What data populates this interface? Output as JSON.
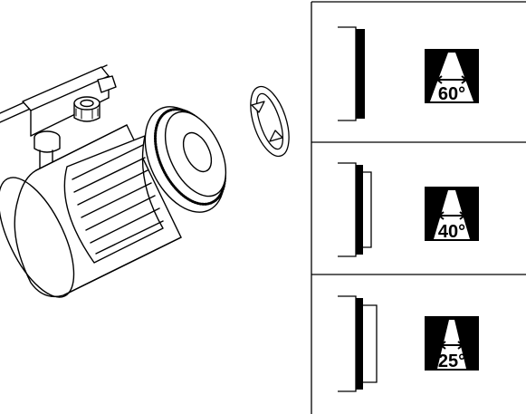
{
  "panels": [
    {
      "id": "wide",
      "angle_label": "60°"
    },
    {
      "id": "medium",
      "angle_label": "40°"
    },
    {
      "id": "narrow",
      "angle_label": "25°"
    }
  ],
  "colors": {
    "ink": "#000000",
    "paper": "#ffffff"
  },
  "icons": [
    "track-spotlight-illustration",
    "rotate-arrow-icon",
    "lens-profile-icon",
    "beam-angle-icon",
    "double-arrow-icon"
  ]
}
